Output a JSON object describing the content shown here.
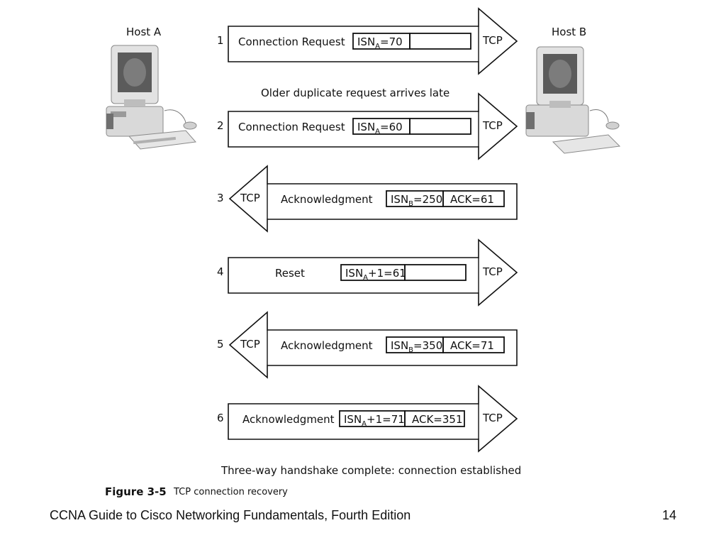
{
  "hosts": {
    "a": "Host A",
    "b": "Host B"
  },
  "protocol": "TCP",
  "notes": {
    "late": "Older duplicate request arrives late",
    "complete": "Three-way handshake complete: connection established"
  },
  "segments": [
    {
      "num": "1",
      "dir": "right",
      "label": "Connection Request",
      "f1": {
        "pre": "ISN",
        "sub": "A",
        "post": "=70"
      },
      "f2": ""
    },
    {
      "num": "2",
      "dir": "right",
      "label": "Connection Request",
      "f1": {
        "pre": "ISN",
        "sub": "A",
        "post": "=60"
      },
      "f2": ""
    },
    {
      "num": "3",
      "dir": "left",
      "label": "Acknowledgment",
      "f1": {
        "pre": "ISN",
        "sub": "B",
        "post": "=250"
      },
      "f2": "ACK=61"
    },
    {
      "num": "4",
      "dir": "right",
      "label": "Reset",
      "f1": {
        "pre": "ISN",
        "sub": "A",
        "post": "+1=61"
      },
      "f2": ""
    },
    {
      "num": "5",
      "dir": "left",
      "label": "Acknowledgment",
      "f1": {
        "pre": "ISN",
        "sub": "B",
        "post": "=350"
      },
      "f2": "ACK=71"
    },
    {
      "num": "6",
      "dir": "right",
      "label": "Acknowledgment",
      "f1": {
        "pre": "ISN",
        "sub": "A",
        "post": "+1=71"
      },
      "f2": "ACK=351"
    }
  ],
  "caption": {
    "figure": "Figure 3-5",
    "text": "TCP connection recovery"
  },
  "footer": {
    "title": "CCNA Guide to Cisco Networking Fundamentals, Fourth Edition",
    "page": "14"
  }
}
